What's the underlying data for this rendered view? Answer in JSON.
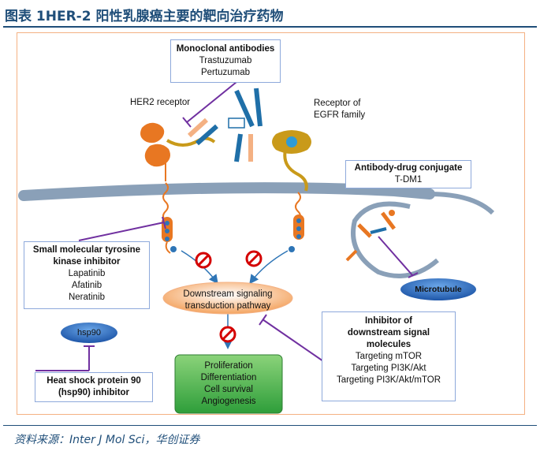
{
  "figure": {
    "title": "图表 1HER-2 阳性乳腺癌主要的靶向治疗药物",
    "source": "资料来源：Inter J Mol Sci，华创证券"
  },
  "labels": {
    "her2_receptor": "HER2 receptor",
    "egfr_receptor_line1": "Receptor of",
    "egfr_receptor_line2": "EGFR family",
    "microtubule": "Microtubule",
    "hsp90": "hsp90",
    "downstream_line1": "Downstream signaling",
    "downstream_line2": "transduction pathway",
    "outcomes": [
      "Proliferation",
      "Differentiation",
      "Cell survival",
      "Angiogenesis"
    ]
  },
  "boxes": {
    "monoclonal": {
      "title": "Monoclonal antibodies",
      "items": [
        "Trastuzumab",
        "Pertuzumab"
      ]
    },
    "adc": {
      "title": "Antibody-drug conjugate",
      "items": [
        "T-DM1"
      ]
    },
    "tki": {
      "title_line1": "Small molecular tyrosine",
      "title_line2": "kinase inhibitor",
      "items": [
        "Lapatinib",
        "Afatinib",
        "Neratinib"
      ]
    },
    "hsp90_inhibitor": {
      "title_line1": "Heat shock protein 90",
      "title_line2": "(hsp90) inhibitor"
    },
    "downstream_inhibitor": {
      "title_line1": "Inhibitor of",
      "title_line2": "downstream signal",
      "title_line3": "molecules",
      "items": [
        "Targeting mTOR",
        "Targeting PI3K/Akt",
        "Targeting PI3K/Akt/mTOR"
      ]
    }
  },
  "colors": {
    "title_blue": "#1f4e79",
    "frame_orange": "#f4b183",
    "receptor_orange": "#e87722",
    "egfr_gold": "#c99a1a",
    "antibody_blue": "#1f6fa8",
    "membrane_grey": "#8aa0b8",
    "inhibitor_purple": "#7030a0",
    "prohibit_red": "#d40000",
    "outcome_green": "#4caf50",
    "oval_blue": "#2f6fc1"
  }
}
